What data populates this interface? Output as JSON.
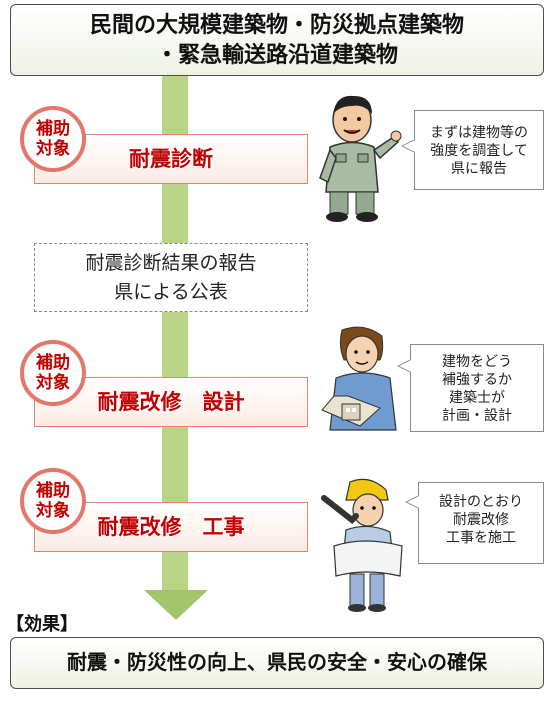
{
  "header": {
    "line1": "民間の大規模建築物・防災拠点建築物",
    "line2": "・緊急輸送路沿道建築物"
  },
  "badge": {
    "line1": "補助",
    "line2": "対象"
  },
  "steps": [
    {
      "label": "耐震診断"
    },
    {
      "label": "耐震改修　設計"
    },
    {
      "label": "耐震改修　工事"
    }
  ],
  "report": {
    "line1": "耐震診断結果の報告",
    "line2": "県による公表"
  },
  "bubbles": [
    {
      "line1": "まずは建物等の",
      "line2": "強度を調査して",
      "line3": "県に報告"
    },
    {
      "line1": "建物をどう",
      "line2": "補強するか",
      "line3": "建築士が",
      "line4": "計画・設計"
    },
    {
      "line1": "設計のとおり",
      "line2": "耐震改修",
      "line3": "工事を施工"
    }
  ],
  "effect_label": "【効果】",
  "footer": "耐震・防災性の向上、県民の安全・安心の確保",
  "colors": {
    "flow": "#b8d484",
    "badge_border": "#e5766a",
    "step_text": "#c00000"
  }
}
